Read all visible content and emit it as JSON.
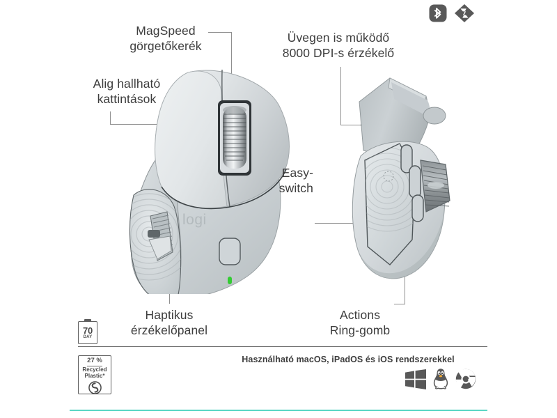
{
  "product": {
    "brand_mark": "logi",
    "led_color": "#33cc33"
  },
  "connectivity_icons": [
    {
      "name": "bluetooth-icon",
      "label": "Bluetooth"
    },
    {
      "name": "logi-bolt-icon",
      "label": "Logi Bolt"
    }
  ],
  "callouts": [
    {
      "id": "magspeed",
      "name": "callout-magspeed-scroll-wheel",
      "text": "MagSpeed\ngörgetőkerék",
      "align": "center"
    },
    {
      "id": "sensor",
      "name": "callout-dpi-sensor",
      "text": "Üvegen is működő\n8000 DPI-s érzékelő",
      "align": "center"
    },
    {
      "id": "quiet_clicks",
      "name": "callout-quiet-clicks",
      "text": "Alig hallható\nkattintások",
      "align": "center"
    },
    {
      "id": "easy_switch",
      "name": "callout-easy-switch",
      "text": "Easy-\nswitch",
      "align": "right"
    },
    {
      "id": "haptic_panel",
      "name": "callout-haptic-panel",
      "text": "Haptikus\nérzékelőpanel",
      "align": "center"
    },
    {
      "id": "actions_ring",
      "name": "callout-actions-ring-button",
      "text": "Actions\nRing-gomb",
      "align": "center"
    }
  ],
  "badges": {
    "battery": {
      "name": "battery-life-badge",
      "value": "70",
      "unit": "DAY"
    },
    "recycled": {
      "name": "recycled-plastic-badge",
      "percent": "27 %",
      "line1": "Recycled",
      "line2": "Plastic*"
    }
  },
  "footer": {
    "compatibility_note": "Használható macOS, iPadOS és iOS rendszerekkel",
    "os_icons": [
      {
        "name": "windows-icon",
        "label": "Windows"
      },
      {
        "name": "linux-icon",
        "label": "Linux"
      },
      {
        "name": "chrome-icon",
        "label": "Chrome OS"
      }
    ]
  },
  "colors": {
    "accent": "#5bd6c4",
    "text": "#3d3d3d",
    "leader_line": "#8f8f8f",
    "divider": "#6f6f6f",
    "led": "#33cc33"
  }
}
